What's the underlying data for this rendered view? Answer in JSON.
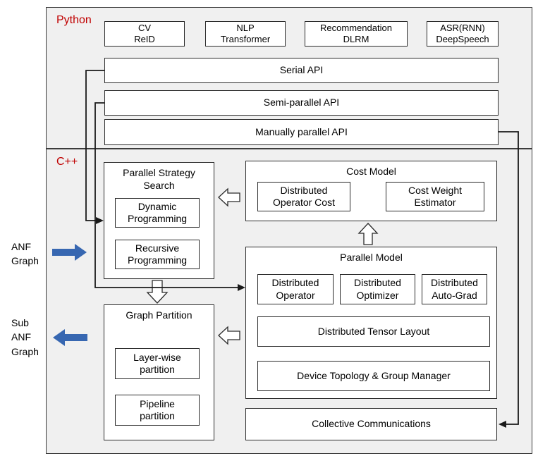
{
  "colors": {
    "accent_red": "#C00000",
    "arrow_blue": "#3767B1",
    "panel_bg": "#F0F0F0"
  },
  "python_section": {
    "label": "Python",
    "app_boxes": [
      "CV\nReID",
      "NLP\nTransformer",
      "Recommendation\nDLRM",
      "ASR(RNN)\nDeepSpeech"
    ],
    "api_boxes": [
      "Serial API",
      "Semi-parallel API",
      "Manually parallel API"
    ]
  },
  "cpp_section": {
    "label": "C++",
    "parallel_strategy_search": {
      "title": "Parallel Strategy\nSearch",
      "items": [
        "Dynamic\nProgramming",
        "Recursive\nProgramming"
      ]
    },
    "cost_model": {
      "title": "Cost Model",
      "items": [
        "Distributed\nOperator Cost",
        "Cost Weight\nEstimator"
      ]
    },
    "parallel_model": {
      "title": "Parallel Model",
      "items": [
        "Distributed\nOperator",
        "Distributed\nOptimizer",
        "Distributed\nAuto-Grad"
      ],
      "wide_items": [
        "Distributed Tensor Layout",
        "Device Topology & Group Manager"
      ]
    },
    "graph_partition": {
      "title": "Graph Partition",
      "items": [
        "Layer-wise\npartition",
        "Pipeline\npartition"
      ]
    },
    "collective_communications": "Collective Communications"
  },
  "side_labels": {
    "anf_graph": "ANF\nGraph",
    "sub_anf_graph": "Sub\nANF\nGraph"
  }
}
